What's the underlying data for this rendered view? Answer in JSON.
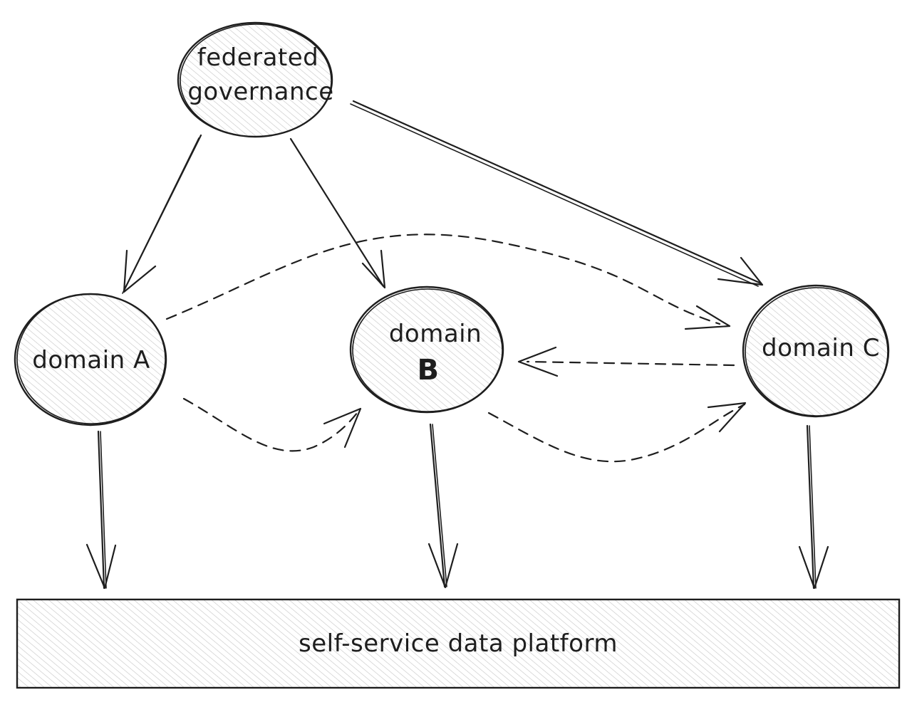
{
  "nodes": {
    "governance": {
      "line1": "federated",
      "line2": "governance"
    },
    "domain_a": {
      "label": "domain A"
    },
    "domain_b": {
      "line1": "domain",
      "line2": "B"
    },
    "domain_c": {
      "label": "domain C"
    }
  },
  "platform": {
    "label": "self-service data platform"
  },
  "colors": {
    "stroke": "#1e1e1e",
    "hatch": "#c8c8c8",
    "background": "#ffffff"
  }
}
